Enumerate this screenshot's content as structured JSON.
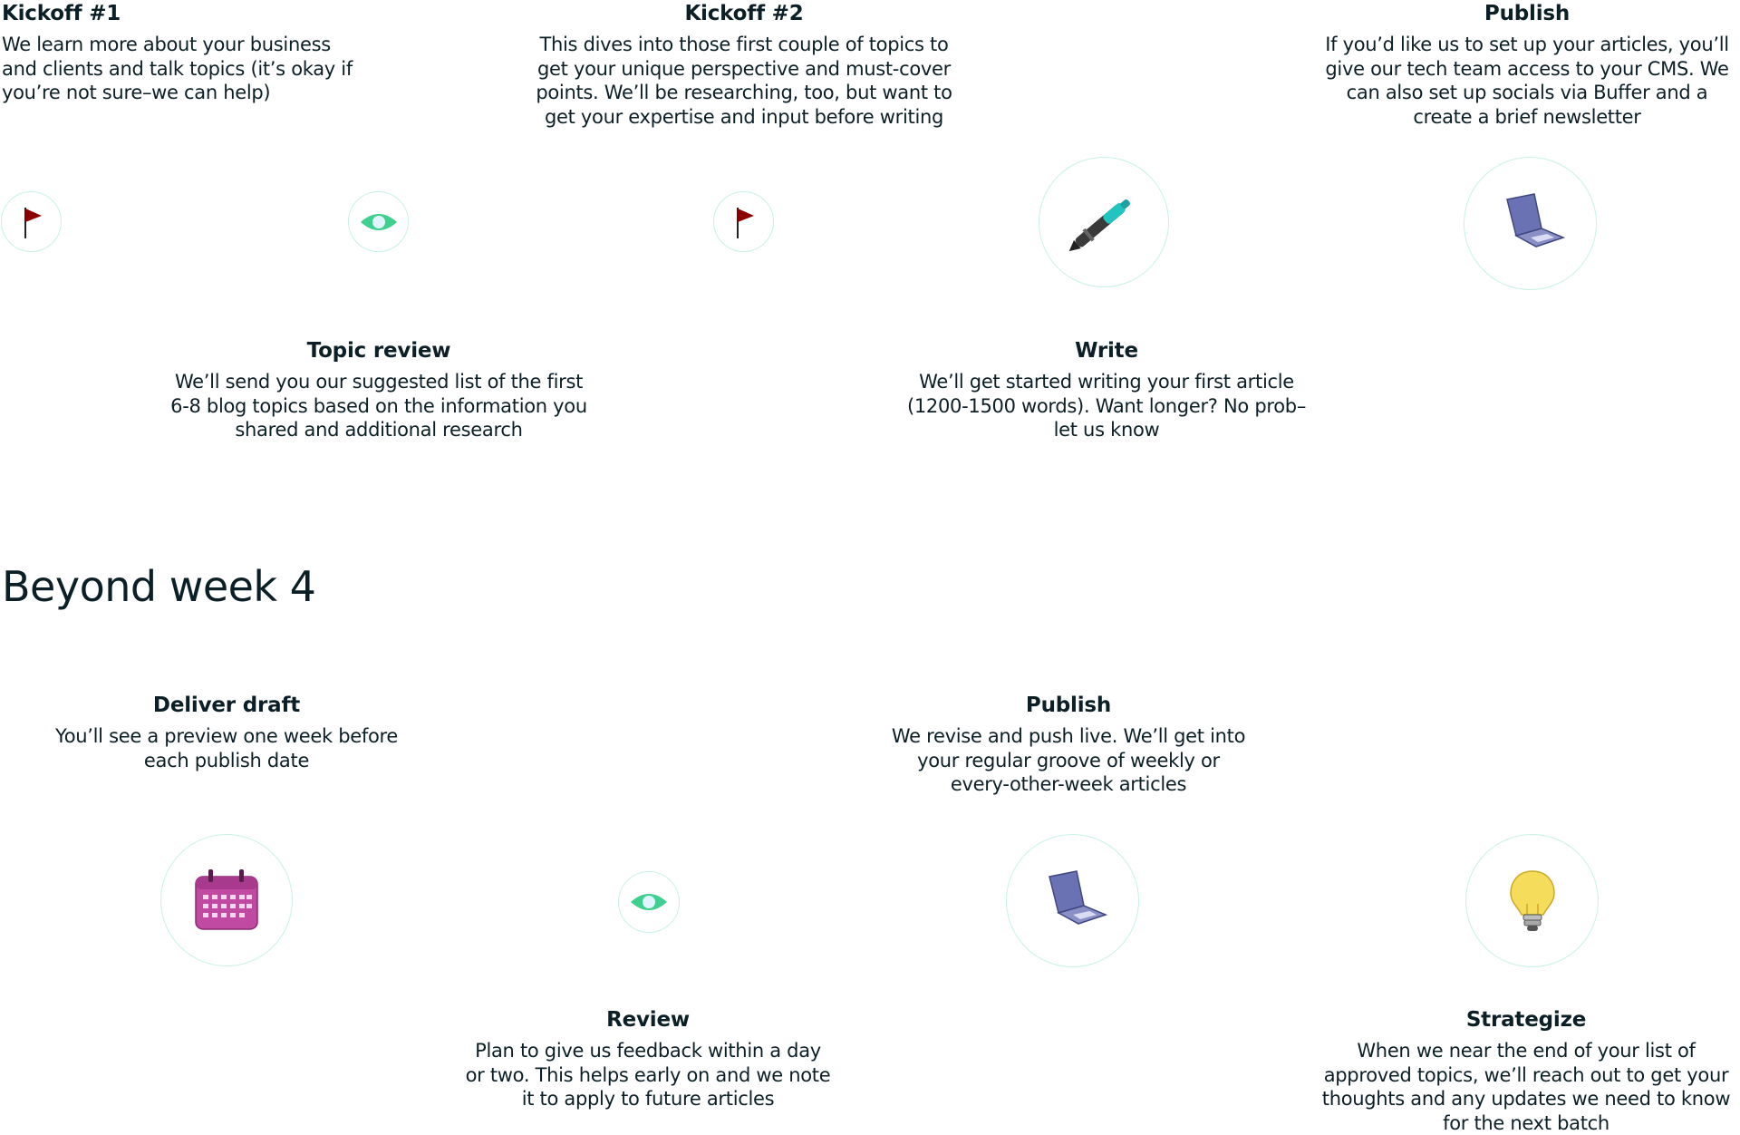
{
  "top": {
    "kickoff1": {
      "title": "Kickoff #1",
      "text": "We learn more about your business and clients and talk topics (it’s okay if you’re not sure–we can help)"
    },
    "kickoff2": {
      "title": "Kickoff #2",
      "text": "This dives into those first couple of topics to get your unique perspective and must-cover points. We’ll be researching, too, but want to get your expertise and input before writing"
    },
    "publish": {
      "title": "Publish",
      "text": "If you’d like us to set up your articles, you’ll give our tech team access to your CMS. We can also set up socials via Buffer and a create a brief newsletter"
    },
    "topic_review": {
      "title": "Topic review",
      "text": "We’ll send you our suggested list of the first 6-8 blog topics based on the information you shared and additional research"
    },
    "write": {
      "title": "Write",
      "text": "We’ll get started writing your first article (1200-1500 words). Want longer? No prob–let us know"
    }
  },
  "beyond": {
    "heading": "Beyond week 4",
    "deliver_draft": {
      "title": "Deliver draft",
      "text": "You’ll see a preview one week before each publish date"
    },
    "publish": {
      "title": "Publish",
      "text": "We revise and push live. We’ll get into your regular groove of weekly or every-other-week articles"
    },
    "review": {
      "title": "Review",
      "text": "Plan to give us feedback within a day or two. This helps early on and we note it to apply to future articles"
    },
    "strategize": {
      "title": "Strategize",
      "text": "When we near the end of your list of approved topics, we’ll reach out to get your thoughts and any updates we need to know for the next batch"
    }
  },
  "icons": {
    "flag": "flag-icon",
    "eye": "eye-icon",
    "pen": "pen-icon",
    "laptop": "laptop-icon",
    "calendar": "calendar-icon",
    "lightbulb": "lightbulb-icon"
  },
  "colors": {
    "text": "#0c1f26",
    "circle_border": "#c8f2e2",
    "flag": "#8b0000",
    "eye": "#3fcf8e",
    "laptop": "#6b72b3",
    "calendar": "#c04aa2",
    "bulb": "#f5dc5a",
    "pen_accent": "#22c4c0"
  }
}
